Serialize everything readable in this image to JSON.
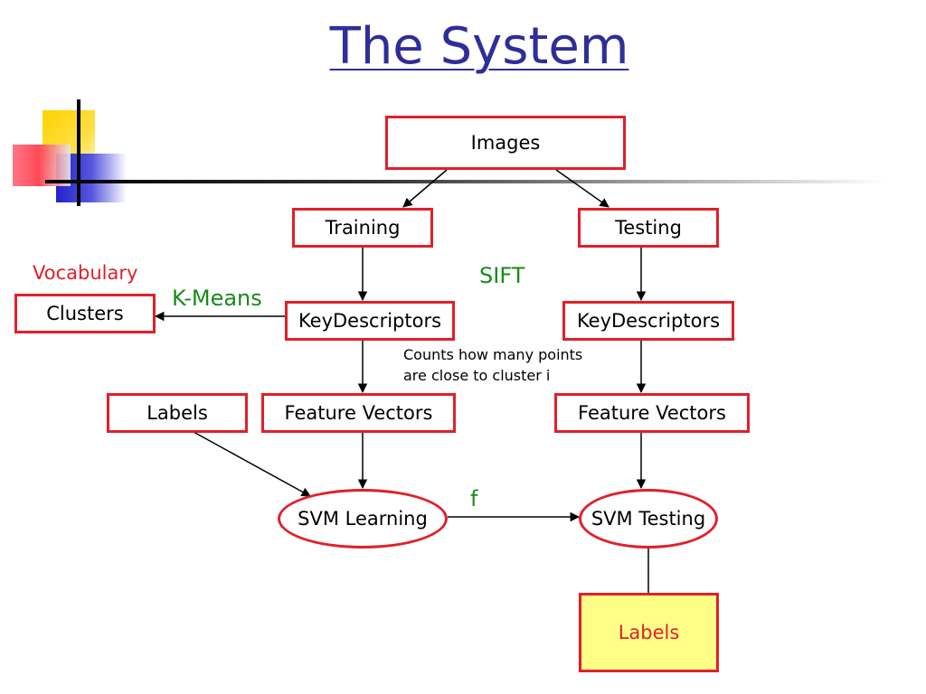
{
  "title": "The System",
  "nodes": {
    "images": "Images",
    "training": "Training",
    "testing": "Testing",
    "clusters": "Clusters",
    "keydesc_train": "KeyDescriptors",
    "keydesc_test": "KeyDescriptors",
    "labels_in": "Labels",
    "feat_train": "Feature Vectors",
    "feat_test": "Feature Vectors",
    "svm_learning": "SVM Learning",
    "svm_testing": "SVM Testing",
    "labels_out": "Labels"
  },
  "annotations": {
    "vocabulary": "Vocabulary",
    "kmeans": "K-Means",
    "sift": "SIFT",
    "counts_line1": "Counts how many points",
    "counts_line2": "are close to cluster i",
    "f": "f"
  },
  "colors": {
    "title": "#2e2e9a",
    "box_border": "#e0202a",
    "green": "#1a8a1a",
    "red_text": "#e0202a",
    "output_fill": "#ffff88"
  }
}
